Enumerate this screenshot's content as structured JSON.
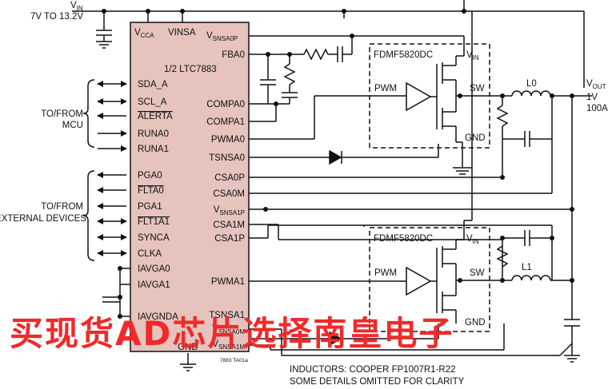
{
  "supply": {
    "vin_label": "V",
    "vin_sub": "IN",
    "vin_range": "7V TO 13.2V"
  },
  "ic": {
    "name": "1/2 LTC7883",
    "top_pins": {
      "vcca": "V",
      "vcca_sub": "CCA",
      "vinsa": "VINSA",
      "vsnsa0p": "V",
      "vsnsa0p_sub": "SNSA0P"
    },
    "left_pins": [
      "SDA_A",
      "SCL_A",
      "ALERTA",
      "RUNA0",
      "RUNA1",
      "PGA0",
      "FLTA0",
      "PGA1",
      "FLT1A1",
      "SYNCA",
      "CLKA",
      "IAVGA0",
      "IAVGA1",
      "IAVGNDA"
    ],
    "right_pins": {
      "fba0": "FBA0",
      "compa0": "COMPA0",
      "compa1": "COMPA1",
      "pwma0": "PWMA0",
      "tsnsa0": "TSNSA0",
      "csa0p": "CSA0P",
      "csa0m": "CSA0M",
      "vsnsa1p": "V",
      "vsnsa1p_sub": "SNSA1P",
      "csa1m": "CSA1M",
      "csa1p": "CSA1P",
      "pwma1": "PWMA1",
      "tsnsa1": "TSNSA1",
      "vsnsa0m": "V",
      "vsnsa0m_sub": "SNSA0M",
      "vsnsa1m": "V",
      "vsnsa1m_sub": "SNSA1M"
    },
    "gnd_pin": "GND"
  },
  "groups": {
    "mcu_line1": "TO/FROM",
    "mcu_line2": "MCU",
    "ext_line1": "TO/FROM",
    "ext_line2": "EXTERNAL DEVICES"
  },
  "stages": [
    {
      "part": "FDMF5820DC",
      "vin": "V",
      "vin_sub": "IN",
      "pwm": "PWM",
      "sw": "SW",
      "gnd": "GND",
      "inductor": "L0"
    },
    {
      "part": "FDMF5820DC",
      "vin": "V",
      "vin_sub": "IN",
      "pwm": "PWM",
      "sw": "SW",
      "gnd": "GND",
      "inductor": "L1"
    }
  ],
  "output": {
    "label": "V",
    "label_sub": "OUT",
    "voltage": "1V",
    "current": "100A"
  },
  "notes": {
    "line1": "INDUCTORS: COOPER FP1007R1-R22",
    "line2": "SOME DETAILS OMITTED FOR CLARITY",
    "figure_code": "7883 TA01a"
  },
  "watermark": "买现货AD芯片选择南皇电子"
}
